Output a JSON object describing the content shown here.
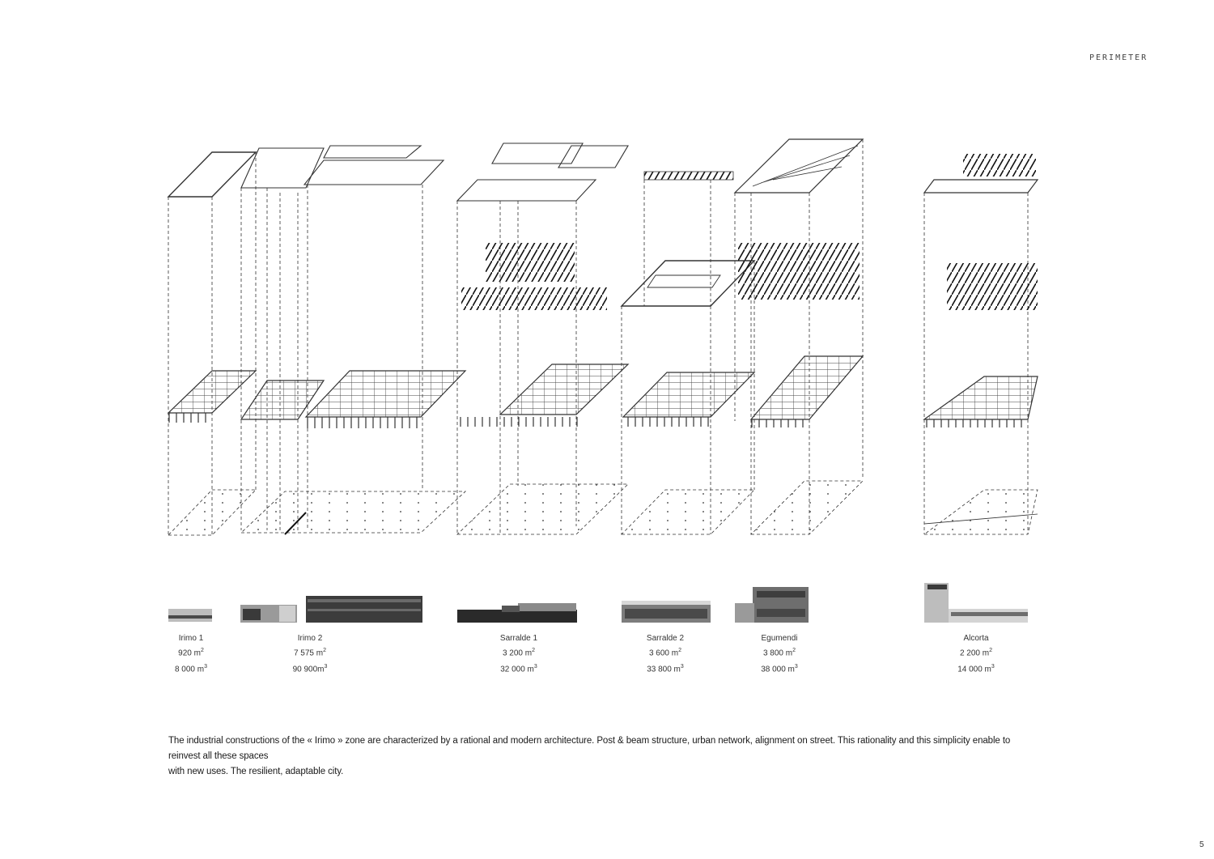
{
  "brand": "PERIMETER",
  "page_number": "5",
  "caption": {
    "line1": "The industrial constructions of the « Irimo » zone are characterized by a rational and modern architecture.  Post & beam structure, urban network, alignment on street. This rationality and this simplicity enable to reinvest all these spaces",
    "line2": "with new uses. The resilient, adaptable city."
  },
  "buildings": [
    {
      "name": "Irimo 1",
      "area": "920 m",
      "volume": "8 000 m"
    },
    {
      "name": "Irimo 2",
      "area": "7 575 m",
      "volume": "90 900m"
    },
    {
      "name": "Sarralde 1",
      "area": "3 200 m",
      "volume": "32 000 m"
    },
    {
      "name": "Sarralde 2",
      "area": "3 600 m",
      "volume": "33 800 m"
    },
    {
      "name": "Egumendi",
      "area": "3 800 m",
      "volume": "38 000 m"
    },
    {
      "name": "Alcorta",
      "area": "2 200 m",
      "volume": "14 000 m"
    }
  ],
  "units": {
    "area_exp": "2",
    "volume_exp": "3"
  }
}
